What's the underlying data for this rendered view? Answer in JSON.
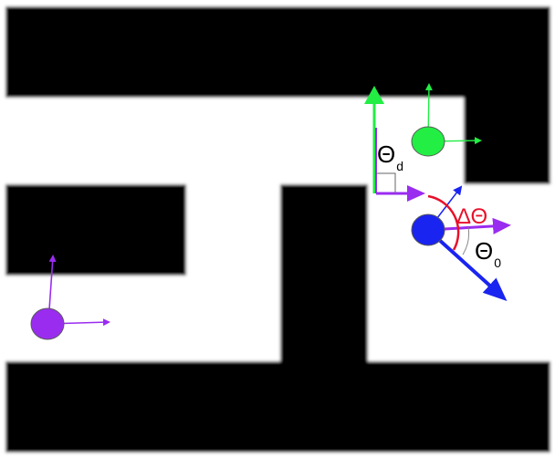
{
  "colors": {
    "wall": "#000000",
    "floor": "#ffffff",
    "start_robot": "#9a2cf0",
    "start_axes": "#9a2cf0",
    "goal_robot": "#22ee44",
    "goal_axes": "#22ee44",
    "current_robot": "#1a24f0",
    "current_heading": "#1a24f0",
    "desired_heading": "#9a2cf0",
    "angle_arc": "#e8102a"
  },
  "icons": {
    "start_robot": "circle",
    "goal_robot": "circle",
    "current_robot": "circle"
  },
  "labels": {
    "theta_d_symbol": "Θ",
    "theta_d_subscript": "d",
    "delta_theta": "ΔΘ",
    "theta_0_symbol": "Θ",
    "theta_0_subscript": "0"
  }
}
